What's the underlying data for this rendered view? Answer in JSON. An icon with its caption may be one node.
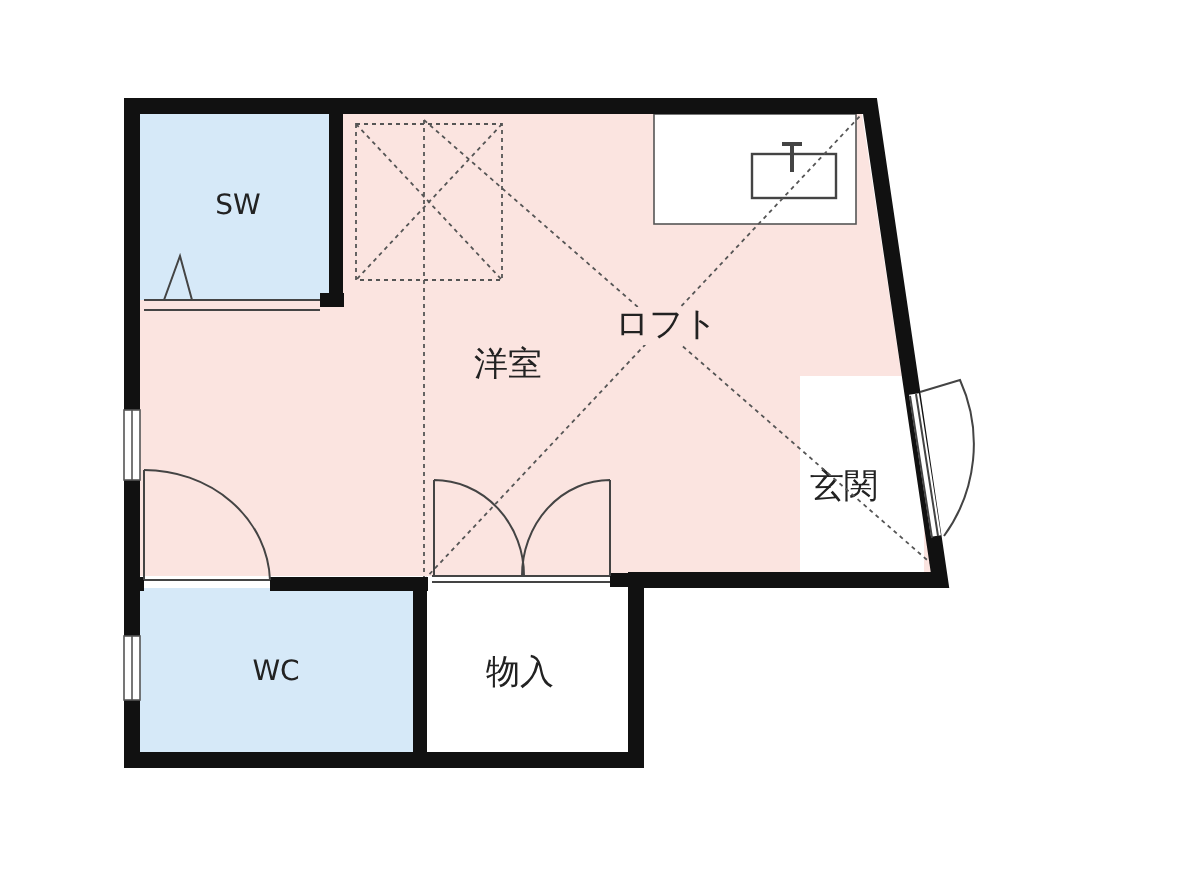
{
  "diagram": {
    "nodes": [
      {
        "text": [
          "SW"
        ],
        "in": 1
      },
      {
        "text": [
          "洋室"
        ]
      },
      {
        "text": [
          "玄関"
        ],
        "in": 1
      },
      {
        "text": [
          "WC"
        ]
      },
      {
        "text": [
          "物入"
        ]
      }
    ],
    "labels": [
      "ロフト"
    ]
  }
}
